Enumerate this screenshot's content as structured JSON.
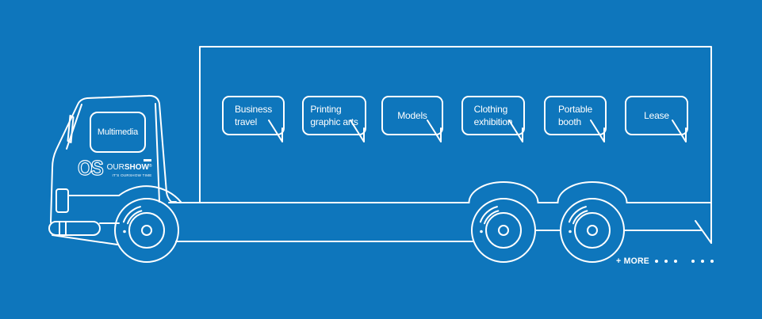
{
  "canvas": {
    "background_color": "#0e76bc",
    "line_color": "#ffffff"
  },
  "truck": {
    "window_label": "Multimedia",
    "logo": {
      "mark": "OS",
      "name_regular": "OUR",
      "name_bold": "SHOW",
      "trademark": "®",
      "tagline": "IT'S OURSHOW TIME"
    }
  },
  "services": [
    {
      "label": "Business\ntravel"
    },
    {
      "label": "Printing\ngraphic arts"
    },
    {
      "label": "Models"
    },
    {
      "label": "Clothing\nexhibition"
    },
    {
      "label": "Portable\nbooth"
    },
    {
      "label": "Lease"
    }
  ],
  "footer": {
    "more_label": "+ MORE",
    "dot_groups": [
      3,
      3
    ]
  }
}
